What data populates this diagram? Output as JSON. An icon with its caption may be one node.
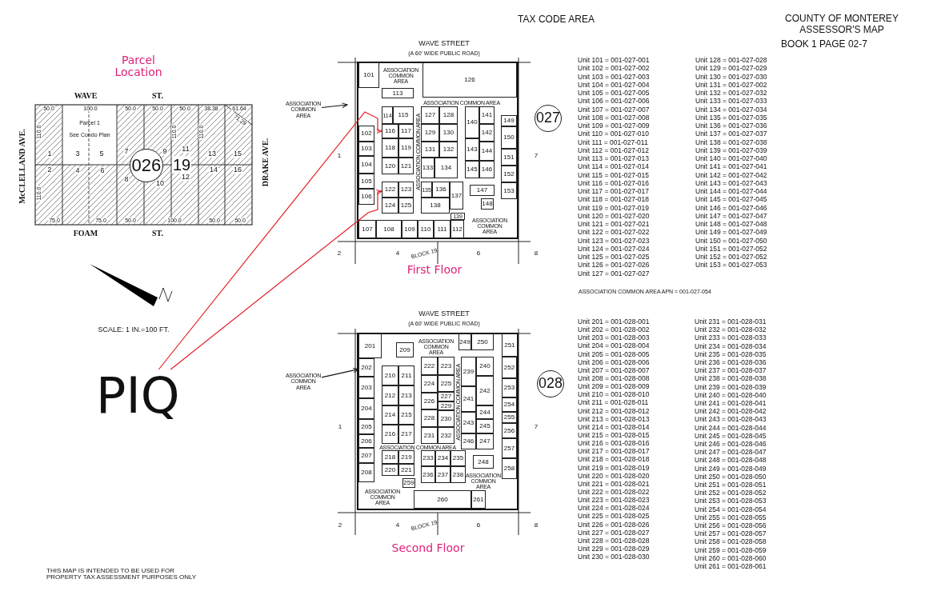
{
  "diagram": {
    "title": "COUNTY OF MONTEREY ASSESSOR'S MAP",
    "nodes": [
      {
        "text": [
          "026"
        ]
      },
      {
        "text": [
          "PIQ"
        ]
      },
      {
        "text": [
          "ASSOCIATION COMMON AREA"
        ]
      },
      {
        "text": [
          "101"
        ]
      },
      {
        "text": [
          "102"
        ]
      },
      {
        "text": [
          "103"
        ]
      },
      {
        "text": [
          "104"
        ]
      },
      {
        "text": [
          "105"
        ]
      },
      {
        "text": [
          "106"
        ]
      },
      {
        "text": [
          "107"
        ]
      },
      {
        "text": [
          "108"
        ]
      },
      {
        "text": [
          "109"
        ]
      },
      {
        "text": [
          "110"
        ]
      },
      {
        "text": [
          "111"
        ]
      },
      {
        "text": [
          "112"
        ]
      },
      {
        "text": [
          "113"
        ]
      },
      {
        "text": [
          "114"
        ]
      },
      {
        "text": [
          "115"
        ]
      },
      {
        "text": [
          "116"
        ]
      },
      {
        "text": [
          "117"
        ]
      },
      {
        "text": [
          "118"
        ]
      },
      {
        "text": [
          "119"
        ]
      },
      {
        "text": [
          "120"
        ]
      },
      {
        "text": [
          "121"
        ]
      },
      {
        "text": [
          "122"
        ]
      },
      {
        "text": [
          "123"
        ]
      },
      {
        "text": [
          "124"
        ]
      },
      {
        "text": [
          "125"
        ]
      },
      {
        "text": [
          "126"
        ]
      },
      {
        "text": [
          "127"
        ]
      },
      {
        "text": [
          "128"
        ]
      },
      {
        "text": [
          "129"
        ]
      },
      {
        "text": [
          "130"
        ]
      },
      {
        "text": [
          "131"
        ]
      },
      {
        "text": [
          "132"
        ]
      },
      {
        "text": [
          "133"
        ]
      },
      {
        "text": [
          "134"
        ]
      },
      {
        "text": [
          "135"
        ]
      },
      {
        "text": [
          "136"
        ]
      },
      {
        "text": [
          "137"
        ]
      },
      {
        "text": [
          "138"
        ]
      },
      {
        "text": [
          "139"
        ]
      },
      {
        "text": [
          "140"
        ]
      },
      {
        "text": [
          "141"
        ]
      },
      {
        "text": [
          "142"
        ]
      },
      {
        "text": [
          "143"
        ]
      },
      {
        "text": [
          "144"
        ]
      },
      {
        "text": [
          "145"
        ]
      },
      {
        "text": [
          "146"
        ]
      },
      {
        "text": [
          "147"
        ]
      },
      {
        "text": [
          "148"
        ]
      },
      {
        "text": [
          "149"
        ]
      },
      {
        "text": [
          "150"
        ]
      },
      {
        "text": [
          "151"
        ]
      },
      {
        "text": [
          "152"
        ]
      },
      {
        "text": [
          "153"
        ]
      },
      {
        "text": [
          "027"
        ]
      },
      {
        "text": [
          "ASSOCIATION COMMON AREA"
        ]
      },
      {
        "text": [
          "201"
        ]
      },
      {
        "text": [
          "202"
        ]
      },
      {
        "text": [
          "203"
        ]
      },
      {
        "text": [
          "204"
        ]
      },
      {
        "text": [
          "205"
        ]
      },
      {
        "text": [
          "206"
        ]
      },
      {
        "text": [
          "207"
        ]
      },
      {
        "text": [
          "208"
        ]
      },
      {
        "text": [
          "209"
        ]
      },
      {
        "text": [
          "210"
        ]
      },
      {
        "text": [
          "211"
        ]
      },
      {
        "text": [
          "212"
        ]
      },
      {
        "text": [
          "213"
        ]
      },
      {
        "text": [
          "214"
        ]
      },
      {
        "text": [
          "215"
        ]
      },
      {
        "text": [
          "216"
        ]
      },
      {
        "text": [
          "217"
        ]
      },
      {
        "text": [
          "218"
        ]
      },
      {
        "text": [
          "219"
        ]
      },
      {
        "text": [
          "220"
        ]
      },
      {
        "text": [
          "221"
        ]
      },
      {
        "text": [
          "222"
        ]
      },
      {
        "text": [
          "223"
        ]
      },
      {
        "text": [
          "224"
        ]
      },
      {
        "text": [
          "225"
        ]
      },
      {
        "text": [
          "226"
        ]
      },
      {
        "text": [
          "227"
        ]
      },
      {
        "text": [
          "228"
        ]
      },
      {
        "text": [
          "229"
        ]
      },
      {
        "text": [
          "230"
        ]
      },
      {
        "text": [
          "231"
        ]
      },
      {
        "text": [
          "232"
        ]
      },
      {
        "text": [
          "233"
        ]
      },
      {
        "text": [
          "234"
        ]
      },
      {
        "text": [
          "235"
        ]
      },
      {
        "text": [
          "236"
        ]
      },
      {
        "text": [
          "237"
        ]
      },
      {
        "text": [
          "238"
        ]
      },
      {
        "text": [
          "239"
        ]
      },
      {
        "text": [
          "240"
        ]
      },
      {
        "text": [
          "241"
        ]
      },
      {
        "text": [
          "242"
        ]
      },
      {
        "text": [
          "243"
        ]
      },
      {
        "text": [
          "244"
        ]
      },
      {
        "text": [
          "245"
        ]
      },
      {
        "text": [
          "246"
        ]
      },
      {
        "text": [
          "247"
        ]
      },
      {
        "text": [
          "248"
        ]
      },
      {
        "text": [
          "249"
        ]
      },
      {
        "text": [
          "250"
        ]
      },
      {
        "text": [
          "251"
        ]
      },
      {
        "text": [
          "252"
        ]
      },
      {
        "text": [
          "253"
        ]
      },
      {
        "text": [
          "254"
        ]
      },
      {
        "text": [
          "255"
        ]
      },
      {
        "text": [
          "256"
        ]
      },
      {
        "text": [
          "257"
        ]
      },
      {
        "text": [
          "258"
        ]
      },
      {
        "text": [
          "259"
        ]
      },
      {
        "text": [
          "260"
        ]
      },
      {
        "text": [
          "261"
        ]
      },
      {
        "text": [
          "028"
        ]
      }
    ],
    "edges": [
      {
        "from": 1,
        "to": 18,
        "arrow": "to",
        "color": "#e31c23"
      },
      {
        "from": 1,
        "to": 24,
        "arrow": "to",
        "color": "#e31c23"
      },
      {
        "from": 2,
        "to": null,
        "arrow": "to",
        "color": "#111111"
      },
      {
        "from": 57,
        "to": 59,
        "arrow": "to",
        "color": "#111111"
      }
    ],
    "labels": [
      "TAX CODE AREA",
      "BOOK 1 PAGE 02-7",
      "Parcel Location",
      "WAVE",
      "ST.",
      "50.0",
      "100.0",
      "50.0",
      "50.0",
      "50.0",
      "38.38",
      "61.64",
      "71.29",
      "Parcel 1",
      "See Condo Plan",
      "110.0",
      "110.0",
      "110.0",
      "McCLELLAND AVE.",
      "DRAKE AVE.",
      "1",
      "2",
      "3",
      "4",
      "5",
      "6",
      "7",
      "8",
      "9",
      "10",
      "11",
      "12",
      "13",
      "14",
      "15",
      "16",
      "19",
      "110.0",
      "75.0",
      "75.0",
      "50.0",
      "100.0",
      "50.0",
      "50.0",
      "FOAM",
      "ST.",
      "SCALE: 1 IN.=100 FT.",
      "WAVE STREET",
      "(A 60' WIDE PUBLIC ROAD)",
      "ASSOCIATION COMMON AREA",
      "ASSOCIATION COMMON AREA",
      "ASSOCIATION COMMON AREA",
      "ASSOCIATION COMMON AREA",
      "1",
      "7",
      "2",
      "4",
      "BLOCK 19",
      "6",
      "8",
      "First Floor",
      "Unit 101 = 001-027-001",
      "Unit 102 = 001-027-002",
      "Unit 103 = 001-027-003",
      "Unit 104 = 001-027-004",
      "Unit 105 = 001-027-005",
      "Unit 106 = 001-027-006",
      "Unit 107 = 001-027-007",
      "Unit 108 = 001-027-008",
      "Unit 109 = 001-027-009",
      "Unit 110 = 001-027-010",
      "Unit 111 = 001-027-011",
      "Unit 112 = 001-027-012",
      "Unit 113 = 001-027-013",
      "Unit 114 = 001-027-014",
      "Unit 115 = 001-027-015",
      "Unit 116 = 001-027-016",
      "Unit 117 = 001-027-017",
      "Unit 118 = 001-027-018",
      "Unit 119 = 001-027-019",
      "Unit 120 = 001-027-020",
      "Unit 121 = 001-027-021",
      "Unit 122 = 001-027-022",
      "Unit 123 = 001-027-023",
      "Unit 124 = 001-027-024",
      "Unit 125 = 001-027-025",
      "Unit 126 = 001-027-026",
      "Unit 127 = 001-027-027",
      "Unit 128 = 001-027-028",
      "Unit 129 = 001-027-029",
      "Unit 130 = 001-027-030",
      "Unit 131 = 001-027-002",
      "Unit 132 = 001-027-032",
      "Unit 133 = 001-027-033",
      "Unit 134 = 001-027-034",
      "Unit 135 = 001-027-035",
      "Unit 136 = 001-027-036",
      "Unit 137 = 001-027-037",
      "Unit 138 = 001-027-038",
      "Unit 139 = 001-027-039",
      "Unit 140 = 001-027-040",
      "Unit 141 = 001-027-041",
      "Unit 142 = 001-027-042",
      "Unit 143 = 001-027-043",
      "Unit 144 = 001-027-044",
      "Unit 145 = 001-027-045",
      "Unit 146 = 001-027-046",
      "Unit 147 = 001-027-047",
      "Unit 148 = 001-027-048",
      "Unit 149 = 001-027-049",
      "Unit 150 = 001-027-050",
      "Unit 151 = 001-027-052",
      "Unit 152 = 001-027-052",
      "Unit 153 = 001-027-053",
      "ASSOCIATION COMMON AREA APN = 001-027-054",
      "WAVE STREET",
      "(A 60' WIDE PUBLIC ROAD)",
      "ASSOCIATION COMMON AREA",
      "ASSOCIATION COMMON AREA",
      "ASSOCIATION COMMON AREA",
      "ASSOCIATION COMMON AREA",
      "ASSOCIATION COMMON AREA",
      "1",
      "7",
      "2",
      "4",
      "BLOCK 19",
      "6",
      "8",
      "Second Floor",
      "Unit 201 = 001-028-001",
      "Unit 202 = 001-028-002",
      "Unit 203 = 001-028-003",
      "Unit 204 = 001-028-004",
      "Unit 205 = 001-028-005",
      "Unit 206 = 001-028-006",
      "Unit 207 = 001-028-007",
      "Unit 208 = 001-028-008",
      "Unit 209 = 001-028-009",
      "Unit 210 = 001-028-010",
      "Unit 211 = 001-028-011",
      "Unit 212 = 001-028-012",
      "Unit 213 = 001-028-013",
      "Unit 214 = 001-028-014",
      "Unit 215 = 001-028-015",
      "Unit 216 = 001-028-016",
      "Unit 217 = 001-028-017",
      "Unit 218 = 001-028-018",
      "Unit 219 = 001-028-019",
      "Unit 220 = 001-028-020",
      "Unit 221 = 001-028-021",
      "Unit 222 = 001-028-022",
      "Unit 223 = 001-028-023",
      "Unit 224 = 001-028-024",
      "Unit 225 = 001-028-025",
      "Unit 226 = 001-028-026",
      "Unit 227 = 001-028-027",
      "Unit 228 = 001-028-028",
      "Unit 229 = 001-028-029",
      "Unit 230 = 001-028-030",
      "Unit 231 = 001-028-031",
      "Unit 232 = 001-028-032",
      "Unit 233 = 001-028-033",
      "Unit 234 = 001-028-034",
      "Unit 235 = 001-028-035",
      "Unit 236 = 001-028-036",
      "Unit 237 = 001-028-037",
      "Unit 238 = 001-028-038",
      "Unit 239 = 001-028-039",
      "Unit 240 = 001-028-040",
      "Unit 241 = 001-028-041",
      "Unit 242 = 001-028-042",
      "Unit 243 = 001-028-043",
      "Unit 244 = 001-028-044",
      "Unit 245 = 001-028-045",
      "Unit 246 = 001-028-046",
      "Unit 247 = 001-028-047",
      "Unit 248 = 001-028-048",
      "Unit 249 = 001-028-049",
      "Unit 250 = 001-028-050",
      "Unit 251 = 001-028-051",
      "Unit 252 = 001-028-052",
      "Unit 253 = 001-028-053",
      "Unit 254 = 001-028-054",
      "Unit 255 = 001-028-055",
      "Unit 256 = 001-028-056",
      "Unit 257 = 001-028-057",
      "Unit 258 = 001-028-058",
      "Unit 259 = 001-028-059",
      "Unit 260 = 001-028-060",
      "Unit 261 = 001-028-061",
      "THIS MAP IS INTENDED TO BE USED FOR PROPERTY TAX ASSESSMENT PURPOSES ONLY"
    ]
  }
}
